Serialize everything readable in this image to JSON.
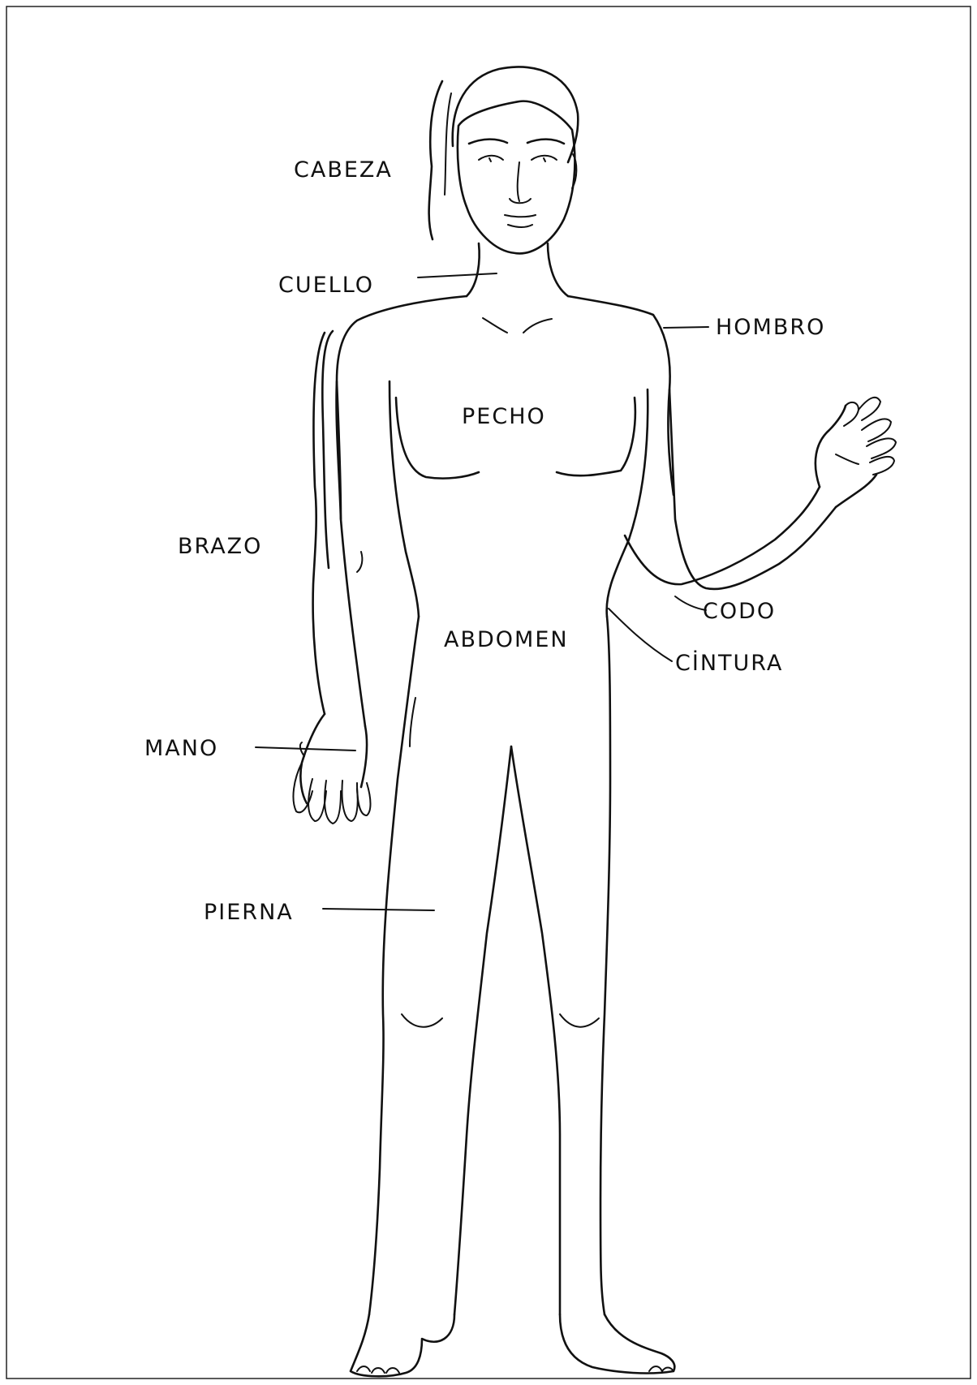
{
  "diagram": {
    "labels": {
      "cabeza": "CABEZA",
      "cuello": "CUELLO",
      "hombro": "HOMBRO",
      "pecho": "PECHO",
      "brazo": "BRAZO",
      "codo": "CODO",
      "abdomen": "ABDOMEN",
      "cintura": "CİNTURA",
      "mano": "MANO",
      "pierna": "PIERNA"
    },
    "colors": {
      "ink": "#111111",
      "background": "#ffffff"
    }
  }
}
